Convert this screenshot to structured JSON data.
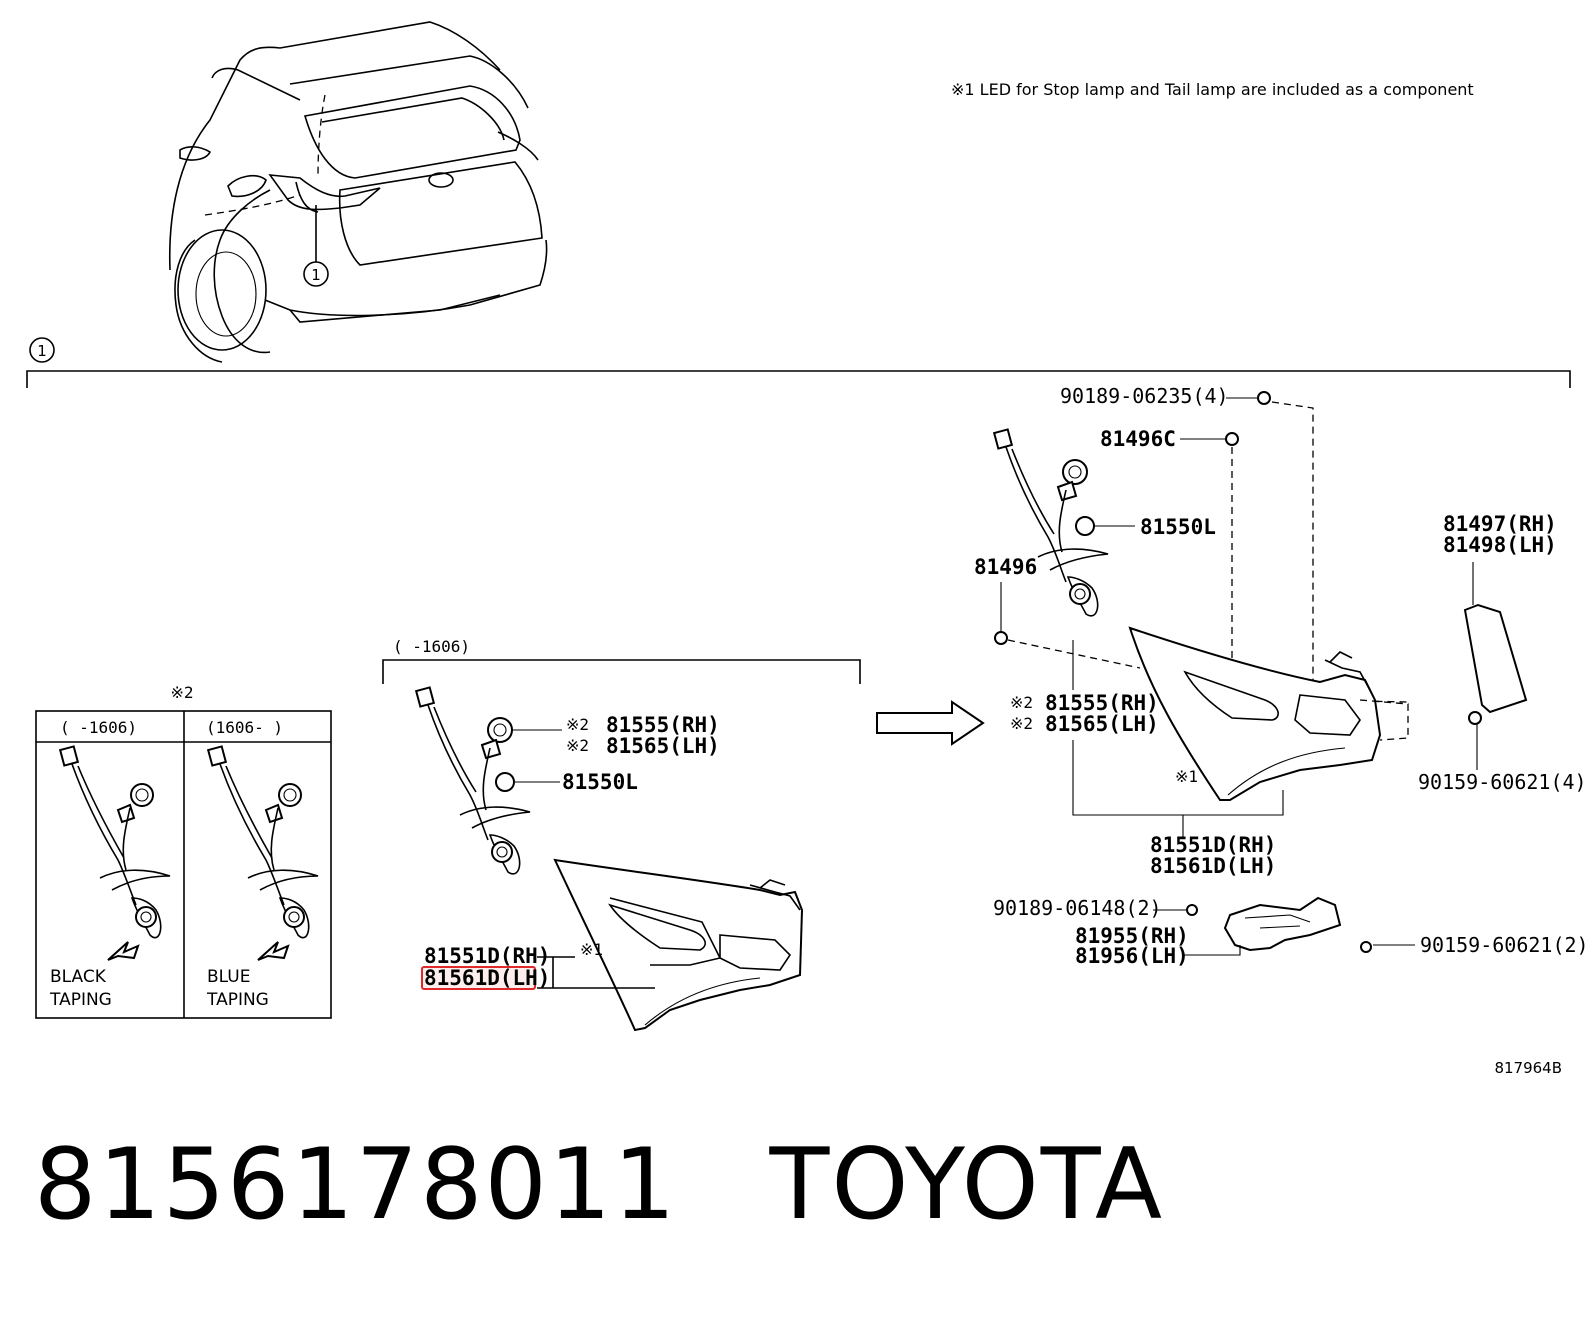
{
  "note": "※1 LED for Stop lamp and Tail lamp are included as a component",
  "callout_number": "1",
  "diagram_ref": "817964B",
  "inset": {
    "mark": "※2",
    "left_range": "(    -1606)",
    "right_range": "(1606-    )",
    "left_caption_1": "BLACK",
    "left_caption_2": "TAPING",
    "right_caption_1": "BLUE",
    "right_caption_2": "TAPING"
  },
  "middle": {
    "range": "(    -1606)",
    "socket_rh_mark": "※2",
    "socket_rh": "81555(RH)",
    "socket_lh_mark": "※2",
    "socket_lh": "81565(LH)",
    "bulb": "81550L",
    "lamp_rh": "81551D(RH)",
    "lamp_lh": "81561D(LH)",
    "lamp_mark": "※1"
  },
  "right": {
    "nut_top": "90189-06235(4)",
    "clip_c": "81496C",
    "bulb": "81550L",
    "clip": "81496",
    "socket_rh_mark": "※2",
    "socket_rh": "81555(RH)",
    "socket_lh_mark": "※2",
    "socket_lh": "81565(LH)",
    "lamp_mark": "※1",
    "lamp_rh": "81551D(RH)",
    "lamp_lh": "81561D(LH)",
    "cover_rh": "81497(RH)",
    "cover_lh": "81498(LH)",
    "screw_right": "90159-60621(4)",
    "nut_bottom": "90189-06148(2)",
    "bracket_rh": "81955(RH)",
    "bracket_lh": "81956(LH)",
    "screw_bottom": "90159-60621(2)"
  },
  "highlight_color": "#e0292b",
  "footer": {
    "part_number": "8156178011",
    "brand": "TOYOTA"
  }
}
